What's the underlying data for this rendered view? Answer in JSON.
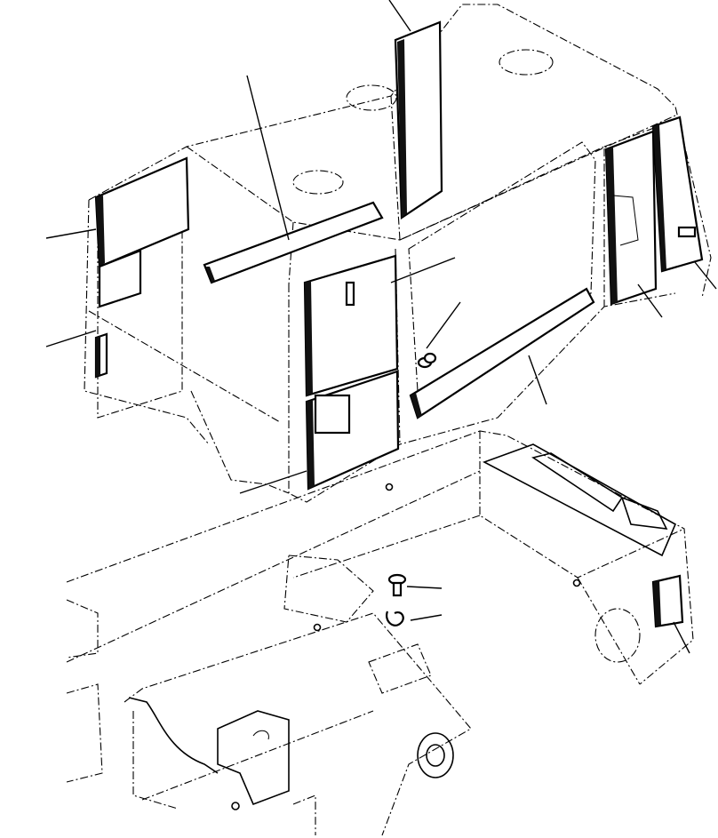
{
  "figure": {
    "kind": "parts-exploded-view",
    "background_color": "#ffffff",
    "line_color": "#000000"
  },
  "parts": [
    {
      "name": "cab-frame",
      "icon": "outline-dashed"
    },
    {
      "name": "insulation-pad-top-rear",
      "icon": "pad"
    },
    {
      "name": "insulation-pad-roof-bar",
      "icon": "pad"
    },
    {
      "name": "insulation-pad-left-upper",
      "icon": "pad"
    },
    {
      "name": "insulation-pad-left-lower",
      "icon": "pad"
    },
    {
      "name": "insulation-pad-front-center",
      "icon": "pad"
    },
    {
      "name": "insulation-pad-floor-strip",
      "icon": "pad"
    },
    {
      "name": "insulation-pad-right-door",
      "icon": "pad"
    },
    {
      "name": "insulation-pad-right-rear",
      "icon": "pad"
    },
    {
      "name": "bolt",
      "icon": "bolt"
    },
    {
      "name": "clip",
      "icon": "clip"
    },
    {
      "name": "plug",
      "icon": "plug"
    },
    {
      "name": "pad-small-side",
      "icon": "pad"
    },
    {
      "name": "floor-frame",
      "icon": "outline-dashed"
    }
  ]
}
